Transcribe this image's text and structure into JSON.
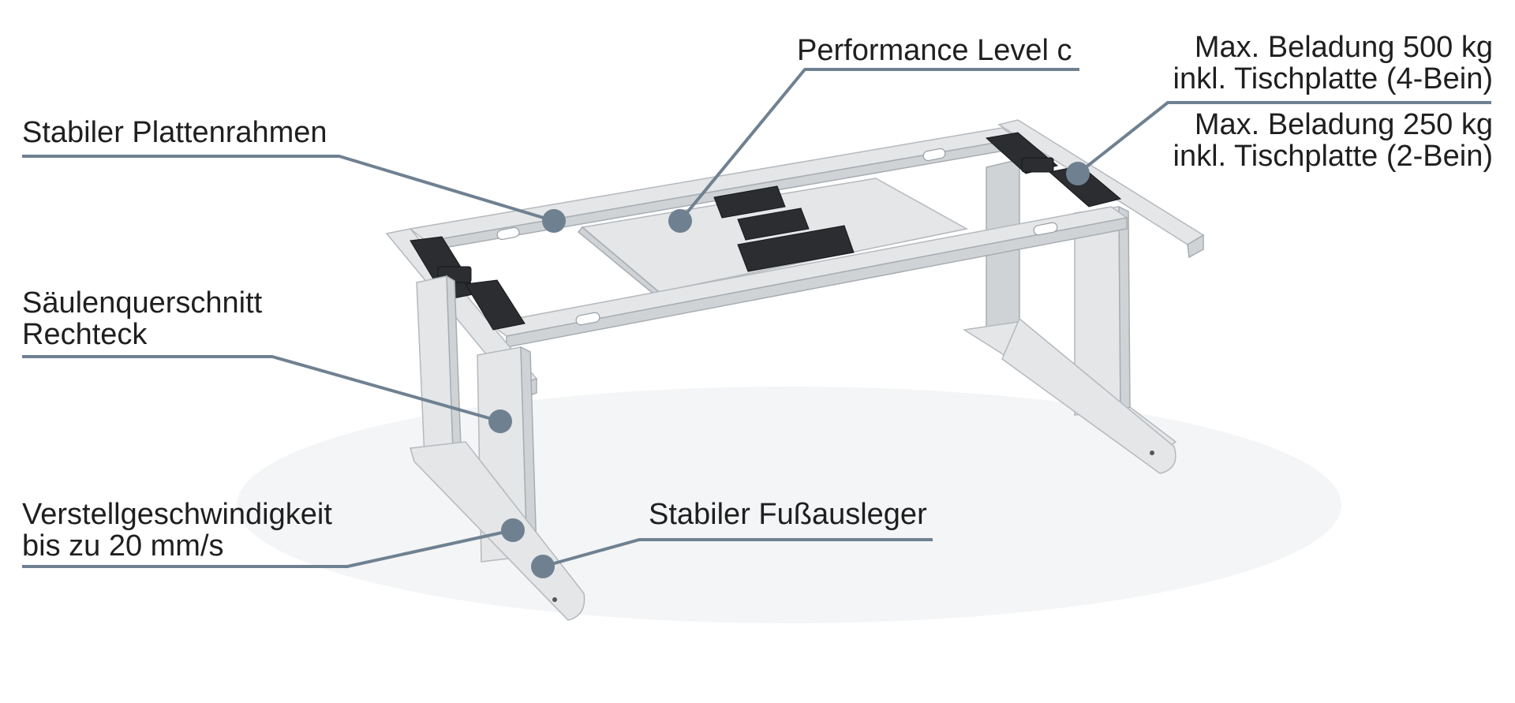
{
  "labels": {
    "plattenrahmen": "Stabiler Plattenrahmen",
    "performance": "Performance Level c",
    "beladung_4bein_1": "Max. Beladung 500 kg",
    "beladung_4bein_2": "inkl. Tischplatte (4-Bein)",
    "beladung_2bein_1": "Max. Beladung 250 kg",
    "beladung_2bein_2": "inkl. Tischplatte (2-Bein)",
    "saeule_1": "Säulenquerschnitt",
    "saeule_2": "Rechteck",
    "geschwindigkeit_1": "Verstellgeschwindigkeit",
    "geschwindigkeit_2": "bis zu 20 mm/s",
    "fussausleger": "Stabiler Fußausleger"
  },
  "colors": {
    "leader": "#6f8191",
    "frame": "#e4e6e8",
    "motor": "#2b2d30",
    "text": "#1f1f1f"
  }
}
